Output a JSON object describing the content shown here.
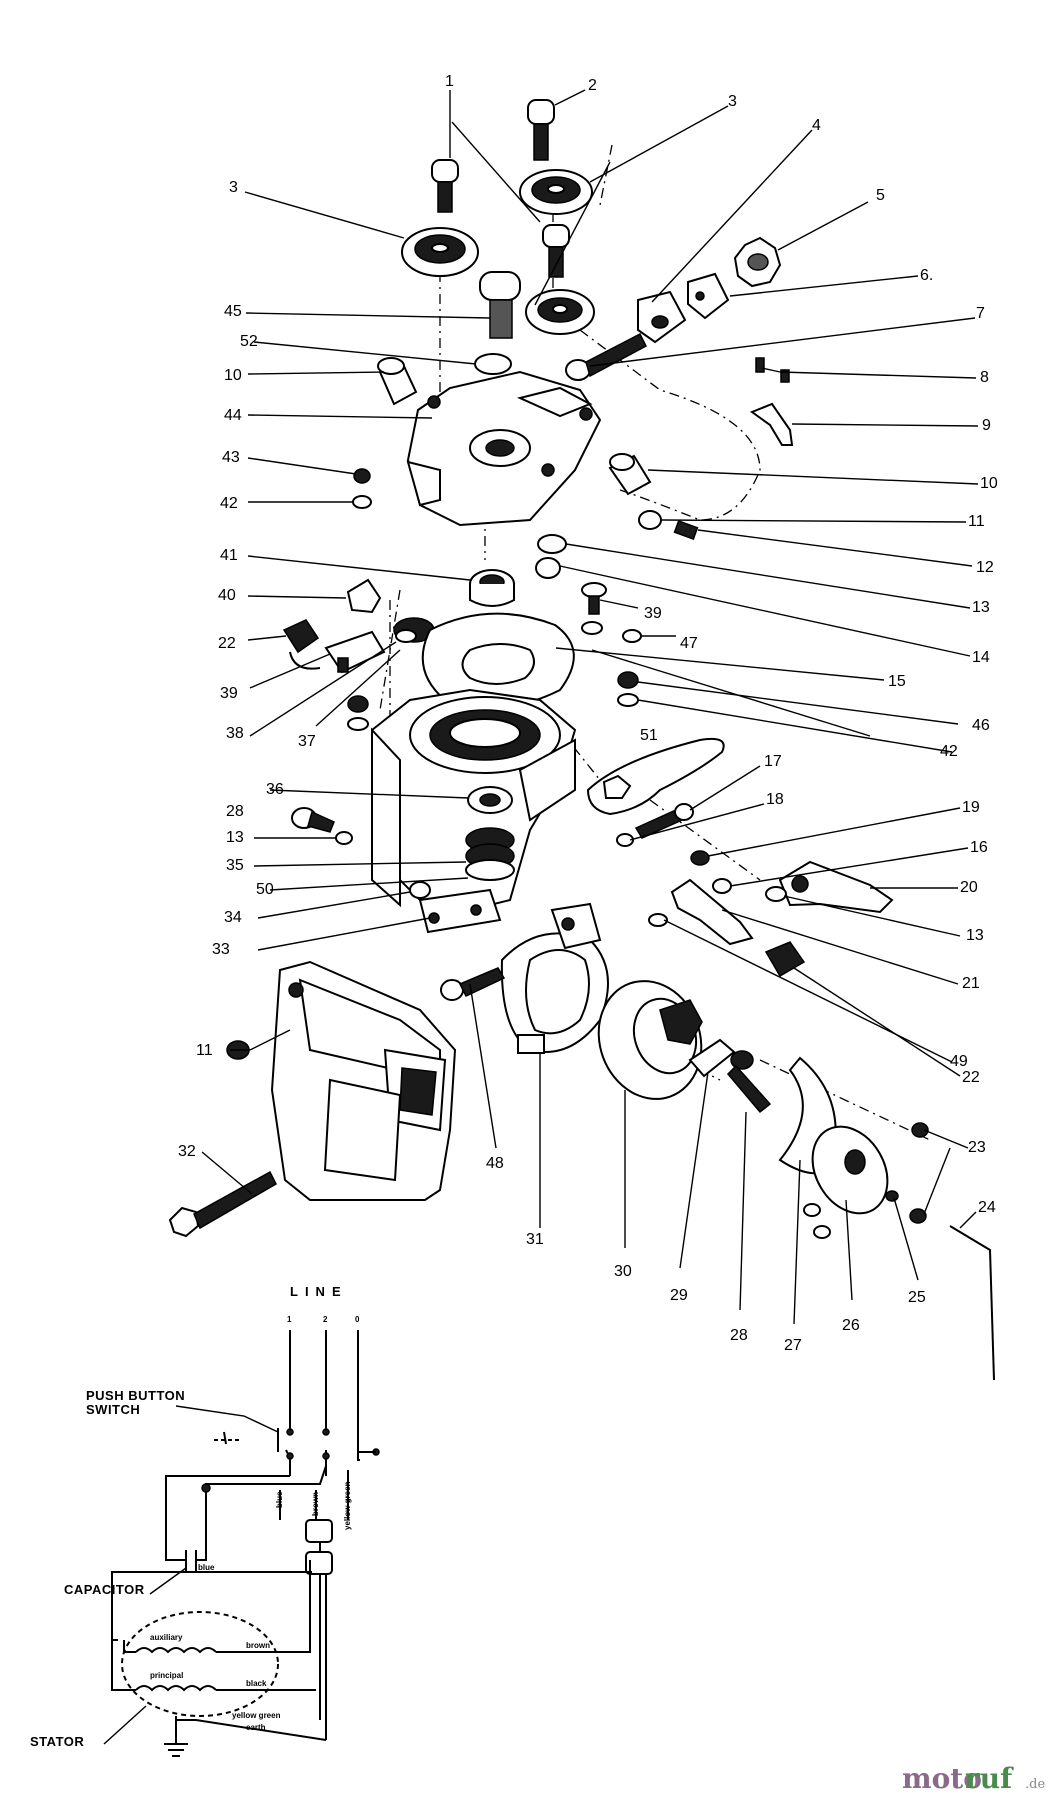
{
  "callouts": [
    "1",
    "2",
    "3",
    "3",
    "4",
    "5",
    "6.",
    "7",
    "8",
    "9",
    "10",
    "10",
    "11",
    "11",
    "12",
    "13",
    "13",
    "13",
    "14",
    "15",
    "16",
    "17",
    "18",
    "19",
    "20",
    "21",
    "22",
    "22",
    "23",
    "24",
    "25",
    "26",
    "27",
    "28",
    "28",
    "29",
    "30",
    "31",
    "32",
    "33",
    "34",
    "35",
    "36",
    "37",
    "38",
    "39",
    "39",
    "40",
    "41",
    "42",
    "42",
    "43",
    "44",
    "45",
    "46",
    "47",
    "48",
    "49",
    "50",
    "51",
    "52"
  ],
  "wiring": {
    "line_title": "LINE",
    "terminals": [
      "1",
      "2",
      "0"
    ],
    "push_button_switch": [
      "PUSH BUTTON",
      "SWITCH"
    ],
    "capacitor": "CAPACITOR",
    "stator": "STATOR",
    "wire_labels": [
      "blue",
      "brown",
      "black",
      "yellow green",
      "earth",
      "blue",
      "brown",
      "yellow green"
    ],
    "winding_labels": [
      "auxiliary",
      "principal"
    ]
  },
  "watermark": {
    "prefix": "moto",
    "suffix": "ruf",
    "domain": ".de"
  }
}
